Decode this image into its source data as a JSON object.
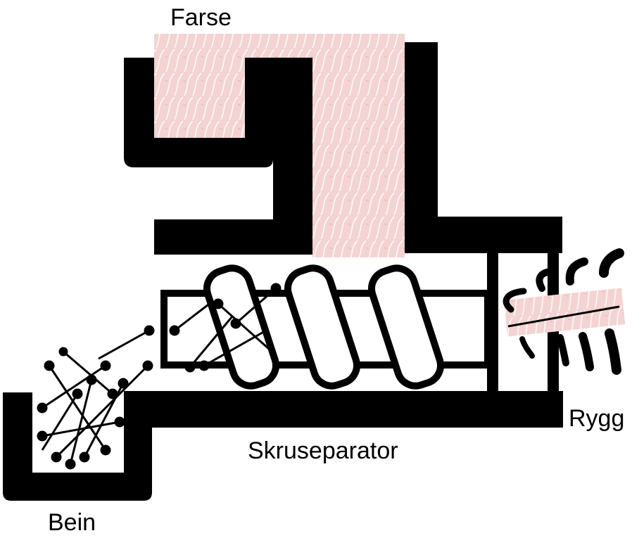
{
  "labels": {
    "farse": "Farse",
    "rygg": "Rygg",
    "skruseparator": "Skruseparator",
    "bein": "Bein"
  },
  "colors": {
    "housing": "#000000",
    "mince": "#f3d4d2",
    "mince_pattern": "#ffffff",
    "background": "#ffffff"
  },
  "icons": {
    "bones": "bone-pile-icon",
    "backbone": "backbone-icon",
    "screw": "screw-auger-icon"
  }
}
